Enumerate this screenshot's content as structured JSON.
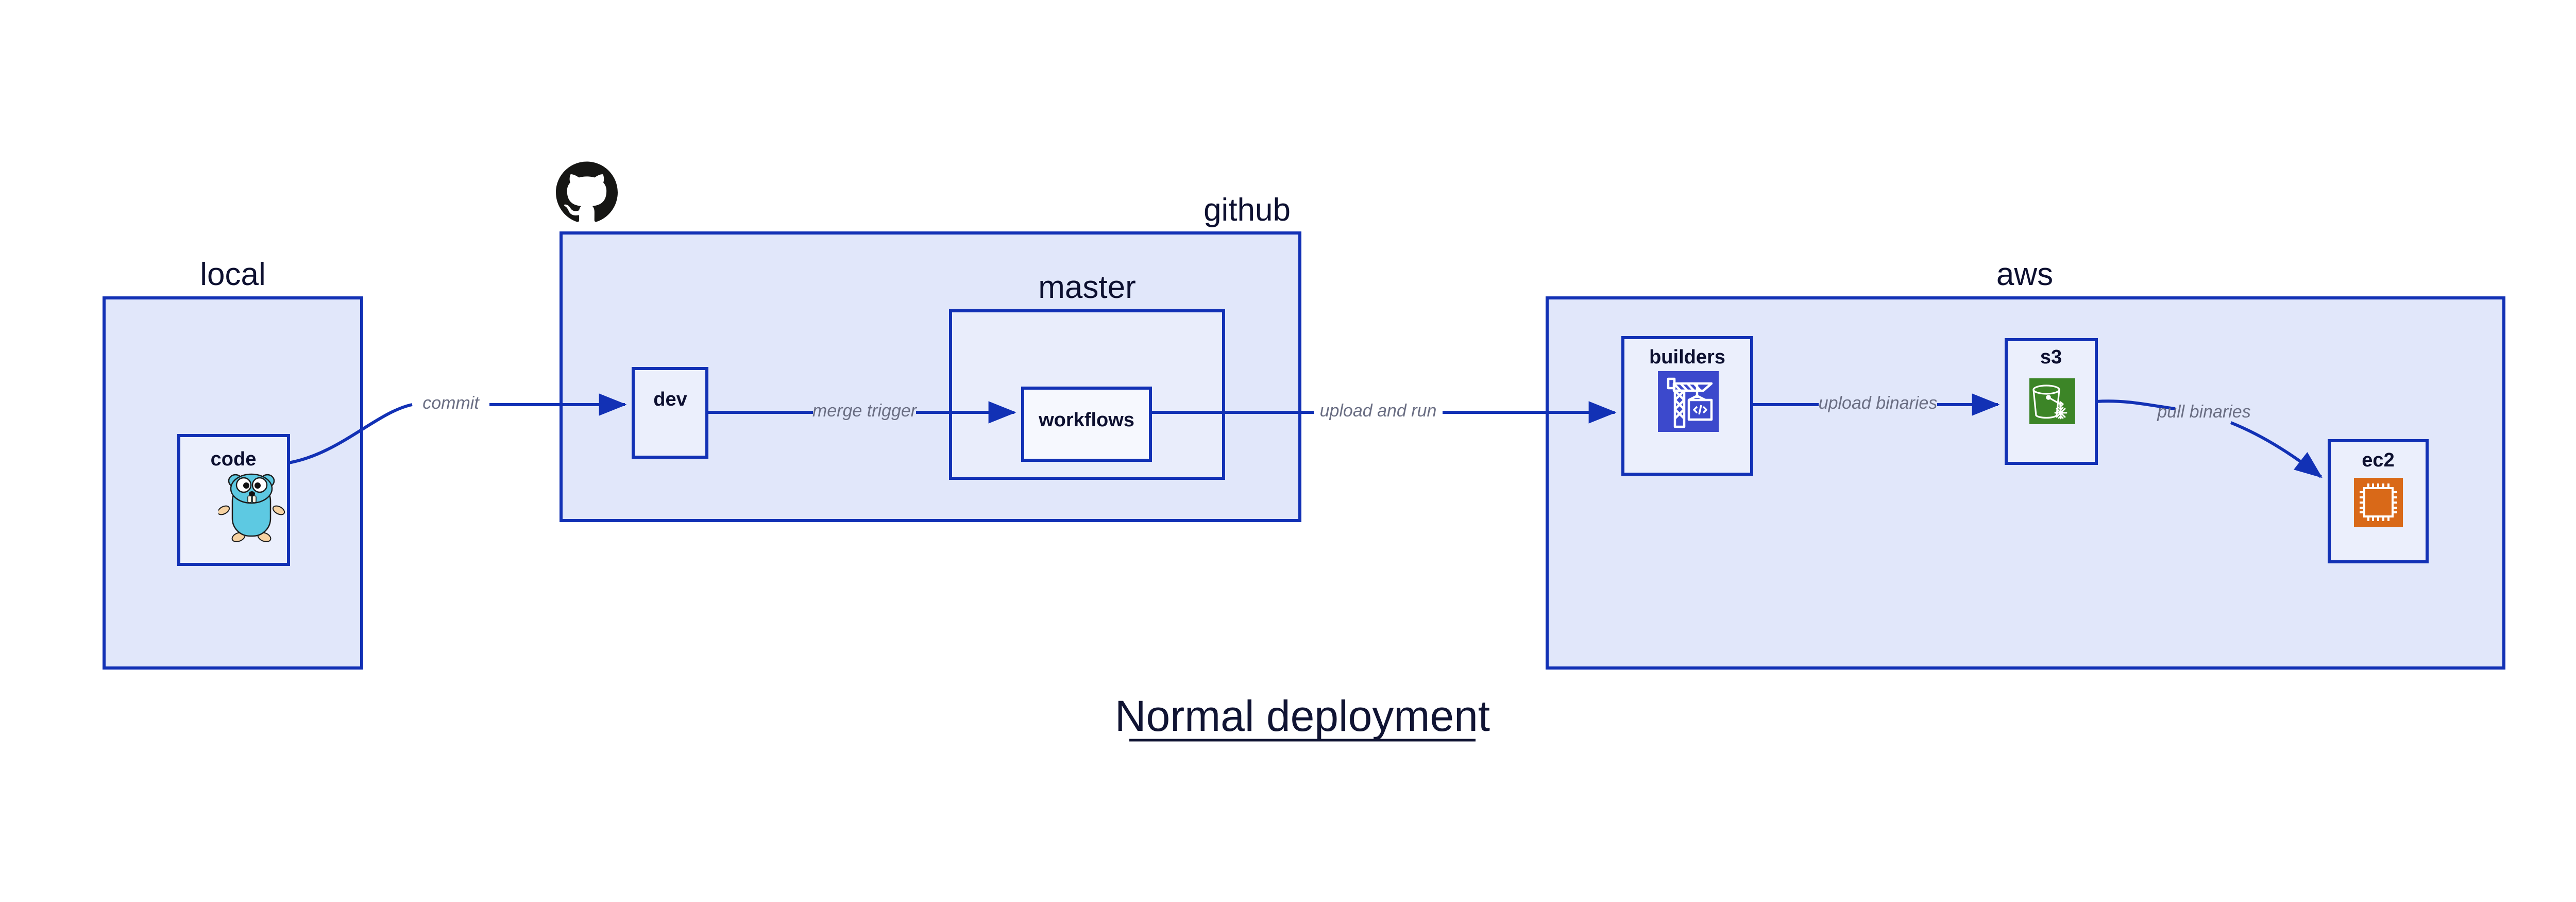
{
  "diagram": {
    "title": "Normal deployment",
    "colors": {
      "group_fill": "#E1E7FA",
      "group_stroke": "#1231B5",
      "node_fill": "#EBEFFC",
      "node_fill_light": "#F4F6FD",
      "node_stroke": "#1231B5",
      "edge_stroke": "#1231B5",
      "edge_label": "#6a6e83",
      "label_text": "#0d1030",
      "title_text": "#101433",
      "builders_icon_bg": "#3C49CC",
      "s3_icon_bg": "#3C8527",
      "ec2_icon_bg": "#D96918",
      "github_logo": "#161614",
      "gopher_body": "#5DC9E2",
      "gopher_foot": "#F6D2A2"
    },
    "groups": [
      {
        "id": "local",
        "label": "local"
      },
      {
        "id": "github",
        "label": "github"
      },
      {
        "id": "master",
        "label": "master"
      },
      {
        "id": "aws",
        "label": "aws"
      }
    ],
    "nodes": [
      {
        "id": "code",
        "label": "code",
        "icon": "go-gopher-icon",
        "group": "local"
      },
      {
        "id": "dev",
        "label": "dev",
        "icon": null,
        "group": "github"
      },
      {
        "id": "workflows",
        "label": "workflows",
        "icon": null,
        "group": "master"
      },
      {
        "id": "builders",
        "label": "builders",
        "icon": "aws-codebuild-crane-icon",
        "group": "aws"
      },
      {
        "id": "s3",
        "label": "s3",
        "icon": "aws-s3-bucket-icon",
        "group": "aws"
      },
      {
        "id": "ec2",
        "label": "ec2",
        "icon": "aws-ec2-chip-icon",
        "group": "aws"
      }
    ],
    "edges": [
      {
        "id": "commit",
        "label": "commit",
        "from": "code",
        "to": "dev"
      },
      {
        "id": "merge-trigger",
        "label": "merge trigger",
        "from": "dev",
        "to": "workflows"
      },
      {
        "id": "upload-and-run",
        "label": "upload and run",
        "from": "workflows",
        "to": "builders"
      },
      {
        "id": "upload-binaries",
        "label": "upload binaries",
        "from": "builders",
        "to": "s3"
      },
      {
        "id": "pull-binaries",
        "label": "pull binaries",
        "from": "s3",
        "to": "ec2"
      }
    ],
    "logos": [
      {
        "id": "github-logo",
        "name": "github-octocat-logo"
      }
    ]
  }
}
